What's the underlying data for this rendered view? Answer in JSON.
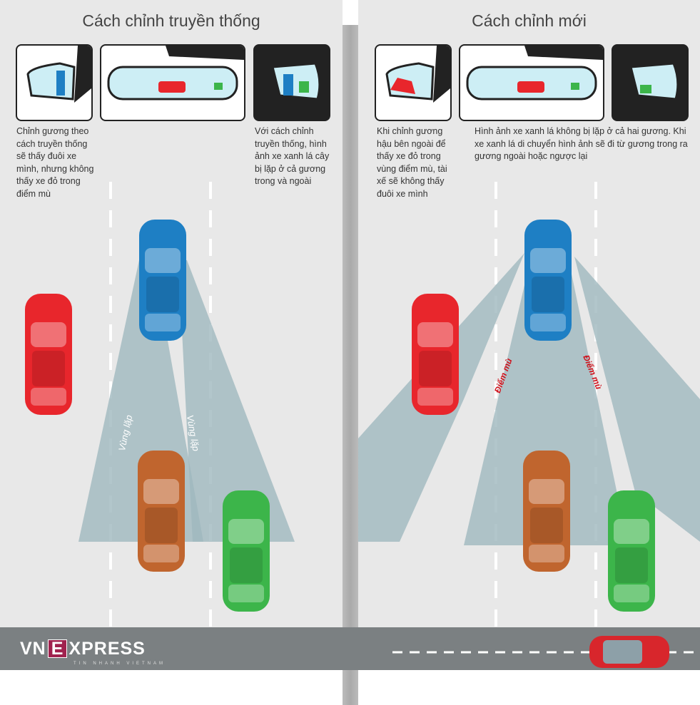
{
  "left": {
    "title": "Cách chỉnh truyền thống",
    "caption_left": "Chỉnh gương theo cách truyền thống sẽ thấy đuôi xe mình, nhưng không thấy xe đỏ trong điểm mù",
    "caption_right": "Với cách chỉnh truyền thống, hình ảnh xe xanh lá cây bị lặp ở cả gương trong và ngoài",
    "overlap_label_1": "Vùng lặp",
    "overlap_label_2": "Vùng lặp"
  },
  "right": {
    "title": "Cách chỉnh mới",
    "caption_left": "Khi chỉnh gương hậu bên ngoài để thấy xe đỏ trong vùng điểm mù, tài xế sẽ không thấy đuôi xe mình",
    "caption_right": "Hình ảnh xe xanh lá không bị lặp ở cả hai gương. Khi xe xanh lá di chuyển hình ảnh sẽ đi từ gương trong ra gương ngoài hoặc ngược lại",
    "blind_label_1": "Điểm mù",
    "blind_label_2": "Điểm mù"
  },
  "logo": {
    "text_vn": "VN",
    "text_e": "E",
    "text_rest": "XPRESS",
    "tagline": "TIN NHANH VIETNAM"
  },
  "colors": {
    "blue": "#1e7fc4",
    "red": "#e8262c",
    "orange": "#c0652e",
    "green": "#3cb54a",
    "beam": "#9fb8be"
  }
}
